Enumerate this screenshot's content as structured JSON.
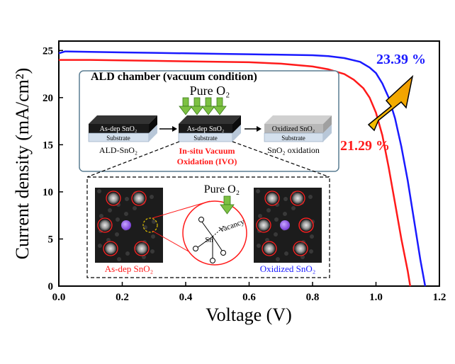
{
  "chart_data": {
    "type": "line",
    "xlabel": "Voltage (V)",
    "ylabel": "Current density (mA/cm²)",
    "xlim": [
      0.0,
      1.2
    ],
    "ylim": [
      0,
      26
    ],
    "x_ticks": [
      "0.0",
      "0.2",
      "0.4",
      "0.6",
      "0.8",
      "1.0",
      "1.2"
    ],
    "y_ticks": [
      "0",
      "5",
      "10",
      "15",
      "20",
      "25"
    ],
    "grid": false,
    "series": [
      {
        "name": "Oxidized SnO₂",
        "color": "#1a1aff",
        "efficiency_label": "23.39 %",
        "points": [
          [
            0.0,
            24.7
          ],
          [
            0.02,
            24.9
          ],
          [
            0.1,
            24.85
          ],
          [
            0.2,
            24.8
          ],
          [
            0.3,
            24.75
          ],
          [
            0.4,
            24.7
          ],
          [
            0.5,
            24.65
          ],
          [
            0.6,
            24.6
          ],
          [
            0.7,
            24.55
          ],
          [
            0.8,
            24.5
          ],
          [
            0.85,
            24.4
          ],
          [
            0.9,
            24.2
          ],
          [
            0.95,
            23.8
          ],
          [
            0.98,
            23.2
          ],
          [
            1.0,
            22.6
          ],
          [
            1.02,
            21.5
          ],
          [
            1.04,
            20.0
          ],
          [
            1.06,
            17.8
          ],
          [
            1.08,
            14.8
          ],
          [
            1.1,
            11.2
          ],
          [
            1.12,
            7.0
          ],
          [
            1.14,
            2.8
          ],
          [
            1.155,
            0.0
          ]
        ]
      },
      {
        "name": "As-dep SnO₂",
        "color": "#ff1a1a",
        "efficiency_label": "21.29 %",
        "points": [
          [
            0.0,
            24.0
          ],
          [
            0.1,
            24.0
          ],
          [
            0.2,
            23.95
          ],
          [
            0.3,
            23.9
          ],
          [
            0.4,
            23.85
          ],
          [
            0.5,
            23.8
          ],
          [
            0.6,
            23.75
          ],
          [
            0.7,
            23.6
          ],
          [
            0.8,
            23.3
          ],
          [
            0.85,
            23.0
          ],
          [
            0.9,
            22.5
          ],
          [
            0.93,
            21.9
          ],
          [
            0.96,
            21.0
          ],
          [
            0.98,
            20.0
          ],
          [
            1.0,
            18.4
          ],
          [
            1.02,
            16.0
          ],
          [
            1.04,
            12.6
          ],
          [
            1.06,
            8.8
          ],
          [
            1.08,
            5.0
          ],
          [
            1.1,
            1.6
          ],
          [
            1.108,
            0.0
          ]
        ]
      }
    ]
  },
  "inset": {
    "chamber_title": "ALD chamber (vacuum condition)",
    "pure_o2_top": "Pure O₂",
    "stack1_label": "As-dep SnO₂",
    "stack1_substrate": "Substrate",
    "stack1_caption": "ALD-SnO₂",
    "stack2_label": "As-dep SnO₂",
    "stack2_substrate": "Substrate",
    "stack2_caption_line1": "In-situ Vacuum",
    "stack2_caption_line2": "Oxidation (IVO)",
    "stack3_label": "Oxidized SnO₂",
    "stack3_substrate": "Substrate",
    "stack3_caption": "SnO₂ oxidation",
    "pure_o2_bottom": "Pure O₂",
    "vacancy_label": "Vacancy",
    "sn_label": "Sn",
    "img_left_caption": "As-dep SnO₂",
    "img_right_caption": "Oxidized SnO₂"
  },
  "colors": {
    "blue": "#1a1aff",
    "red": "#ff1a1a",
    "arrow": "#f5b800"
  }
}
